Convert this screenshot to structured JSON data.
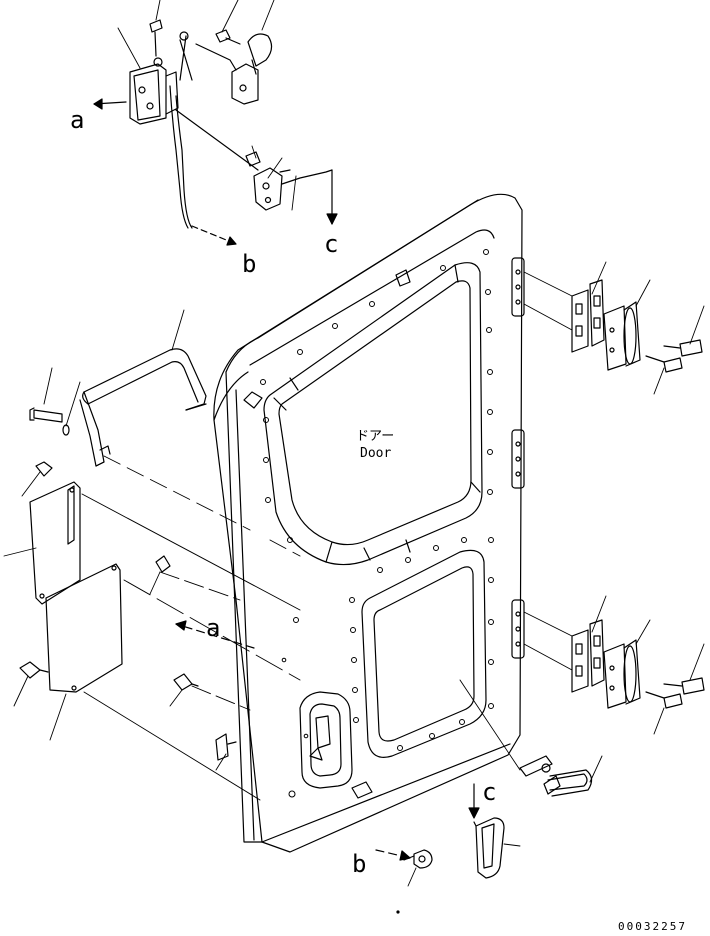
{
  "diagram": {
    "door_label_jp": "ドアー",
    "door_label_en": "Door",
    "callouts": {
      "a_top": "a",
      "b_top": "b",
      "c_top": "c",
      "a_mid": "a",
      "b_bottom": "b",
      "c_bottom": "c"
    },
    "drawing_number": "00032257"
  }
}
